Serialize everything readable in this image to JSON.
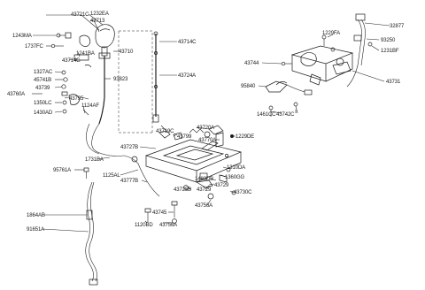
{
  "diagram": {
    "labels": {
      "l43721C": "43721C",
      "l1232EA": "1232EA",
      "l43713": "43713",
      "l1243MA": "1243MA",
      "l1737FC": "1737FC",
      "l43710": "43710",
      "l1241BA": "1241BA",
      "l43714G": "43714G",
      "l1327AC": "1327AC",
      "l45741B": "45741B",
      "l43739": "43739",
      "l43760A": "43760A",
      "l43795": "43795",
      "l1350LC": "1350LC",
      "l1430AD": "1430AD",
      "l93823": "93823",
      "l1124AF": "1124AF",
      "l43714C": "43714C",
      "l43724A": "43724A",
      "l43719C": "43719C",
      "l43799": "43799",
      "l43720A": "43720A",
      "l43727B": "43727B",
      "l43770A": "43770A",
      "l1229DE": "1229DE",
      "l1731BA": "1731BA",
      "l95761A": "95761A",
      "l1125AL": "1125AL",
      "l43777B": "43777B",
      "l1310DA": "1310DA",
      "l1360GG": "1360GG",
      "l1483DB": "1483DB",
      "l43729a": "43729",
      "l43725B": "43725B",
      "l43729b": "43729",
      "l43730C": "43730C",
      "l43756A": "43756A",
      "l1864AB": "1864AB",
      "l43745": "43745",
      "l1120BD": "1120BD",
      "l43756A2": "43756A",
      "l91651A": "91651A",
      "l32877": "32877",
      "l1229FA": "1229FA",
      "l93250": "93250",
      "l43744": "43744",
      "l1231BF": "1231BF",
      "l95840": "95840",
      "l43731": "43731",
      "l1461CC": "1461CC",
      "l43742C": "43742C"
    }
  }
}
